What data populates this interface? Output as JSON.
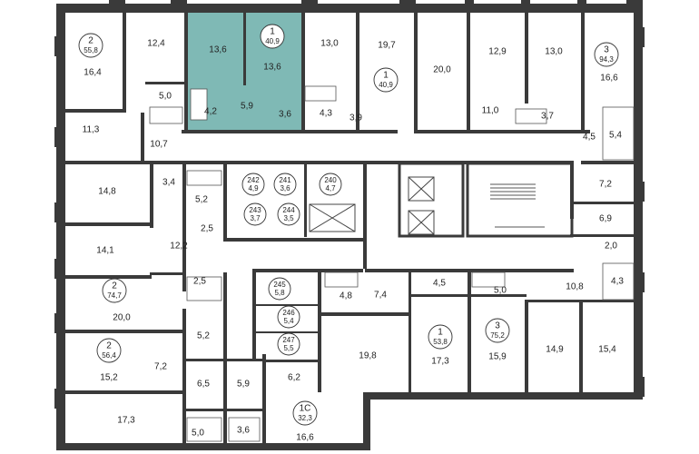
{
  "highlight_color": "#7fb9b5",
  "apartments": [
    {
      "id": "apt-1-top-left",
      "rooms": "1",
      "area": "40,9"
    },
    {
      "id": "apt-2-top",
      "rooms": "2",
      "area": "55,8"
    },
    {
      "id": "apt-1-top-mid",
      "rooms": "1",
      "area": "40,9"
    },
    {
      "id": "apt-3-top-right",
      "rooms": "3",
      "area": "94,3"
    },
    {
      "id": "apt-2-mid-left",
      "rooms": "2",
      "area": "74,7"
    },
    {
      "id": "apt-2-bottom-left",
      "rooms": "2",
      "area": "56,4"
    },
    {
      "id": "apt-1-bottom-mid",
      "rooms": "1",
      "area": "53,8"
    },
    {
      "id": "apt-3-bottom-mid",
      "rooms": "3",
      "area": "75,2"
    },
    {
      "id": "apt-1c-bottom",
      "rooms": "1С",
      "area": "32,3"
    }
  ],
  "storage_units": [
    {
      "number": "242",
      "area": "4,9"
    },
    {
      "number": "241",
      "area": "3,6"
    },
    {
      "number": "240",
      "area": "4,7"
    },
    {
      "number": "243",
      "area": "3,7"
    },
    {
      "number": "244",
      "area": "3,5"
    },
    {
      "number": "245",
      "area": "5,8"
    },
    {
      "number": "246",
      "area": "5,4"
    },
    {
      "number": "247",
      "area": "5,5"
    }
  ],
  "room_areas": [
    "13,6",
    "13,6",
    "5,9",
    "4,2",
    "3,6",
    "12,4",
    "16,4",
    "5,0",
    "11,3",
    "10,7",
    "13,0",
    "4,3",
    "3,9",
    "19,7",
    "20,0",
    "12,9",
    "11,0",
    "13,0",
    "3,7",
    "16,6",
    "4,5",
    "5,4",
    "7,2",
    "6,9",
    "2,0",
    "4,3",
    "10,8",
    "14,8",
    "3,4",
    "5,2",
    "2,5",
    "14,1",
    "12,2",
    "2,5",
    "20,0",
    "5,2",
    "15,2",
    "7,2",
    "6,5",
    "5,9",
    "6,2",
    "17,3",
    "5,0",
    "3,6",
    "16,6",
    "4,8",
    "7,4",
    "4,5",
    "5,0",
    "19,8",
    "17,3",
    "15,9",
    "14,9",
    "15,4"
  ]
}
